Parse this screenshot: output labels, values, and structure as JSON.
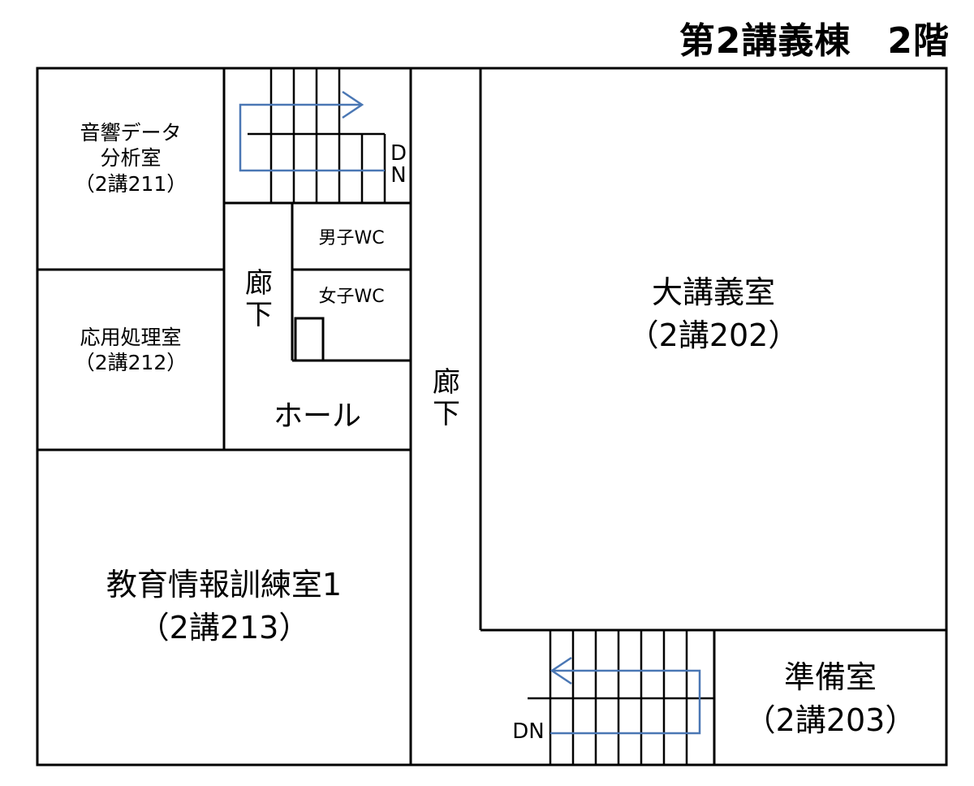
{
  "title": "第2講義棟　2階",
  "rooms": {
    "audio_lab": {
      "line1": "音響データ",
      "line2": "分析室",
      "code": "（2講211）"
    },
    "app_lab": {
      "line1": "応用処理室",
      "code": "（2講212）"
    },
    "training": {
      "line1": "教育情報訓練室1",
      "code": "（2講213）"
    },
    "lecture": {
      "line1": "大講義室",
      "code": "（2講202）"
    },
    "prep": {
      "line1": "準備室",
      "code": "（2講203）"
    },
    "mens_wc": "男子WC",
    "womens_wc": "女子WC",
    "hall": "ホール",
    "corridor_a": {
      "c1": "廊",
      "c2": "下"
    },
    "corridor_b": {
      "c1": "廊",
      "c2": "下"
    }
  },
  "stairs": {
    "upper_dn": {
      "d": "D",
      "n": "N"
    },
    "lower_dn": "DN"
  },
  "colors": {
    "wall": "#000000",
    "arrow": "#4a77b4",
    "background": "#ffffff"
  }
}
